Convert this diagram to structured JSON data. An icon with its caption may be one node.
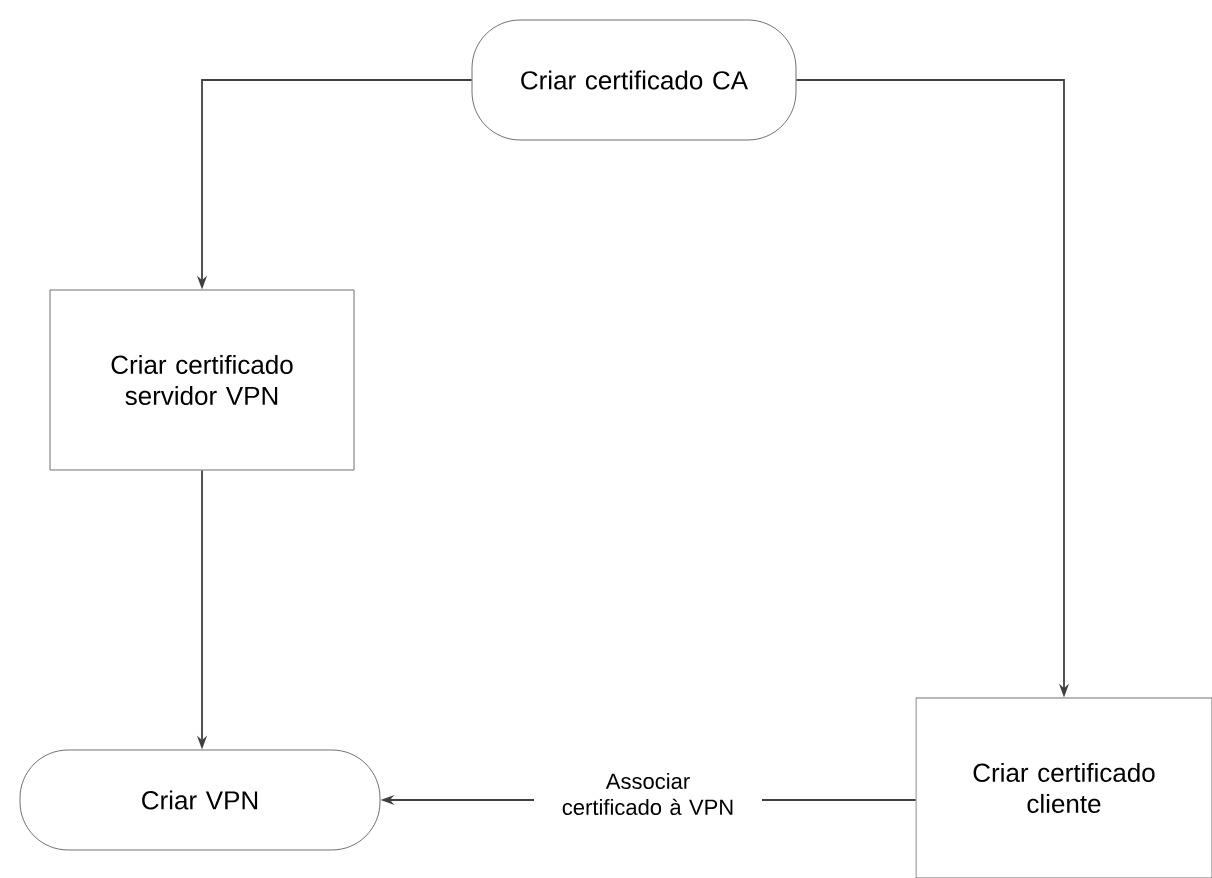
{
  "diagram": {
    "nodes": [
      {
        "text": [
          "Criar certificado CA"
        ]
      },
      {
        "text": [
          "Criar certificado servidor VPN"
        ]
      },
      {
        "text": [
          "Criar certificado cliente"
        ]
      },
      {
        "text": [
          "Criar VPN"
        ]
      }
    ],
    "edges": [
      {
        "from": 0,
        "to": 1,
        "arrow": "to"
      },
      {
        "from": 0,
        "to": 2,
        "arrow": "to"
      },
      {
        "from": 1,
        "to": 3,
        "arrow": "to"
      },
      {
        "from": 2,
        "to": 3,
        "arrow": "to",
        "label": "Associar certificado à VPN"
      }
    ]
  }
}
